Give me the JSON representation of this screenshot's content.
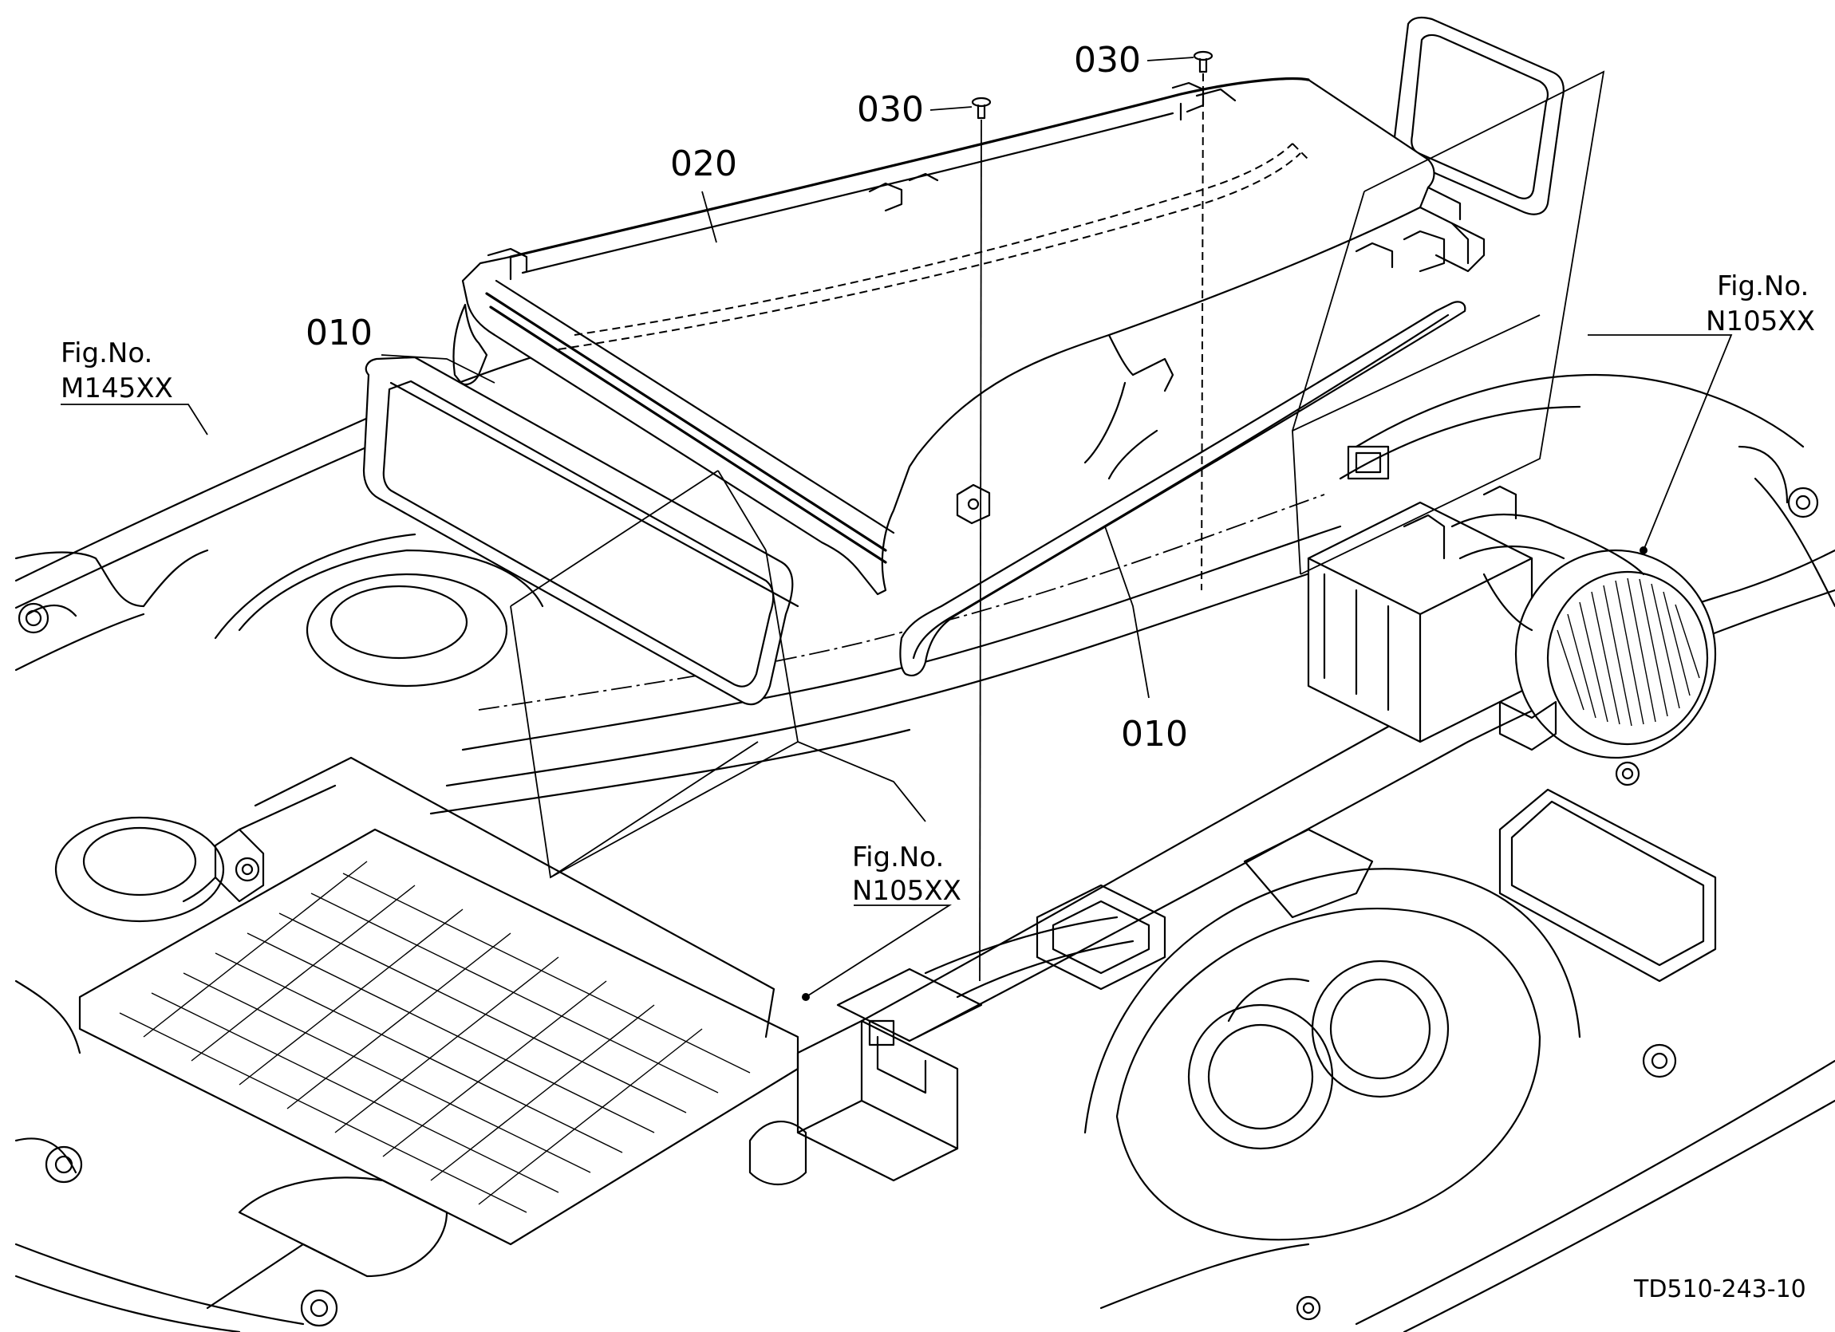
{
  "callouts": {
    "p010_left": "010",
    "p010_right": "010",
    "p020": "020",
    "p030_left": "030",
    "p030_right": "030"
  },
  "figure_refs": {
    "left_label": "Fig.No.",
    "left_code": "M145XX",
    "right_label": "Fig.No.",
    "right_code": "N105XX",
    "center_label": "Fig.No.",
    "center_code": "N105XX"
  },
  "drawing_number": "TD510-243-10"
}
